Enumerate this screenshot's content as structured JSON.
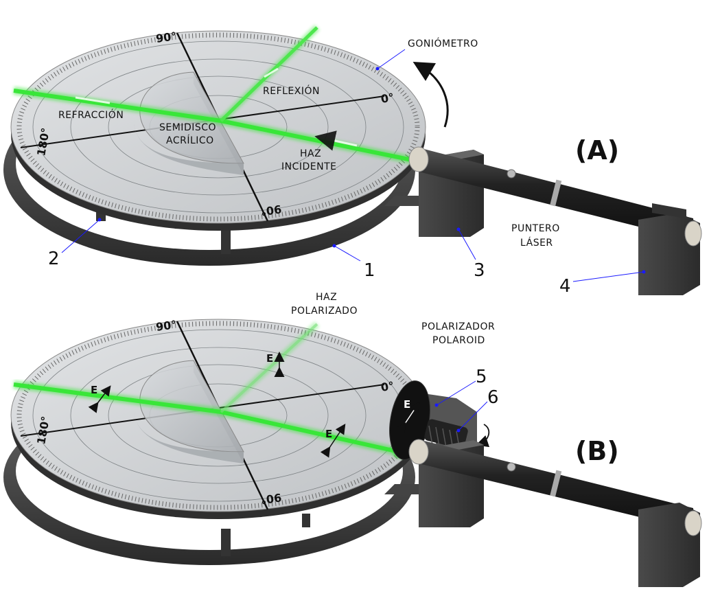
{
  "panel_a": {
    "title": "(A)",
    "labels": {
      "goniometro": "GONIÓMETRO",
      "reflexion": "REFLEXIÓN",
      "refraccion": "REFRACCIÓN",
      "semidisco_line1": "SEMIDISCO",
      "semidisco_line2": "ACRÍLICO",
      "haz_line1": "HAZ",
      "haz_line2": "INCIDENTE",
      "puntero_line1": "PUNTERO",
      "puntero_line2": "LÁSER"
    },
    "callouts": {
      "c1": "1",
      "c2": "2",
      "c3": "3",
      "c4": "4"
    },
    "scale": {
      "top": "90°",
      "bottom": "90°",
      "left": "180°",
      "right": "0°"
    }
  },
  "panel_b": {
    "title": "(B)",
    "labels": {
      "haz_pol_line1": "HAZ",
      "haz_pol_line2": "POLARIZADO",
      "polarizador_line1": "POLARIZADOR",
      "polarizador_line2": "POLAROID",
      "e_field": "E"
    },
    "callouts": {
      "c5": "5",
      "c6": "6"
    },
    "scale": {
      "top": "90°",
      "bottom": "90°",
      "left": "180°",
      "right": "0°"
    }
  },
  "colors": {
    "laser": "#39e639",
    "disk": "#cfd2d4",
    "base": "#3a3a3a",
    "callout_line": "#1a1aff"
  }
}
